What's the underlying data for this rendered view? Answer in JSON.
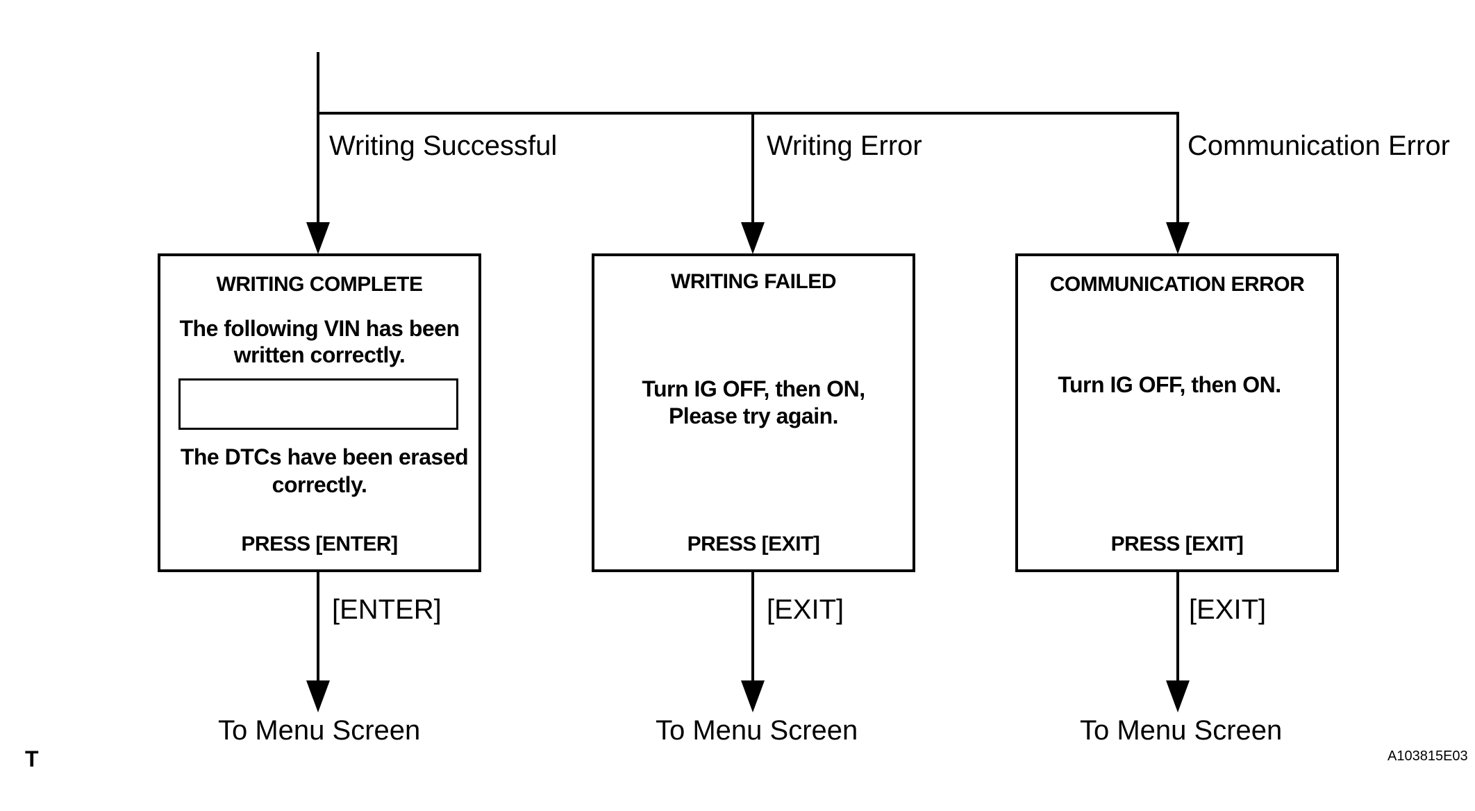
{
  "branches": {
    "success_label": "Writing Successful",
    "writing_error_label": "Writing Error",
    "comm_error_label": "Communication Error"
  },
  "boxes": {
    "complete": {
      "title": "WRITING COMPLETE",
      "line1": "The following VIN has been",
      "line2": "written correctly.",
      "vin_value": "",
      "line3": "The DTCs have been erased",
      "line4": "correctly.",
      "press": "PRESS [ENTER]"
    },
    "failed": {
      "title": "WRITING  FAILED",
      "line1": "Turn IG OFF, then ON,",
      "line2": "Please try again.",
      "press": "PRESS [EXIT]"
    },
    "comm": {
      "title": "COMMUNICATION ERROR",
      "line1": "Turn IG OFF, then ON.",
      "press": "PRESS [EXIT]"
    }
  },
  "keys": {
    "enter": "[ENTER]",
    "exit_1": "[EXIT]",
    "exit_2": "[EXIT]"
  },
  "destinations": {
    "d1": "To Menu Screen",
    "d2": "To Menu Screen",
    "d3": "To Menu Screen"
  },
  "footer": {
    "corner_mark": "T",
    "figure_code": "A103815E03"
  }
}
